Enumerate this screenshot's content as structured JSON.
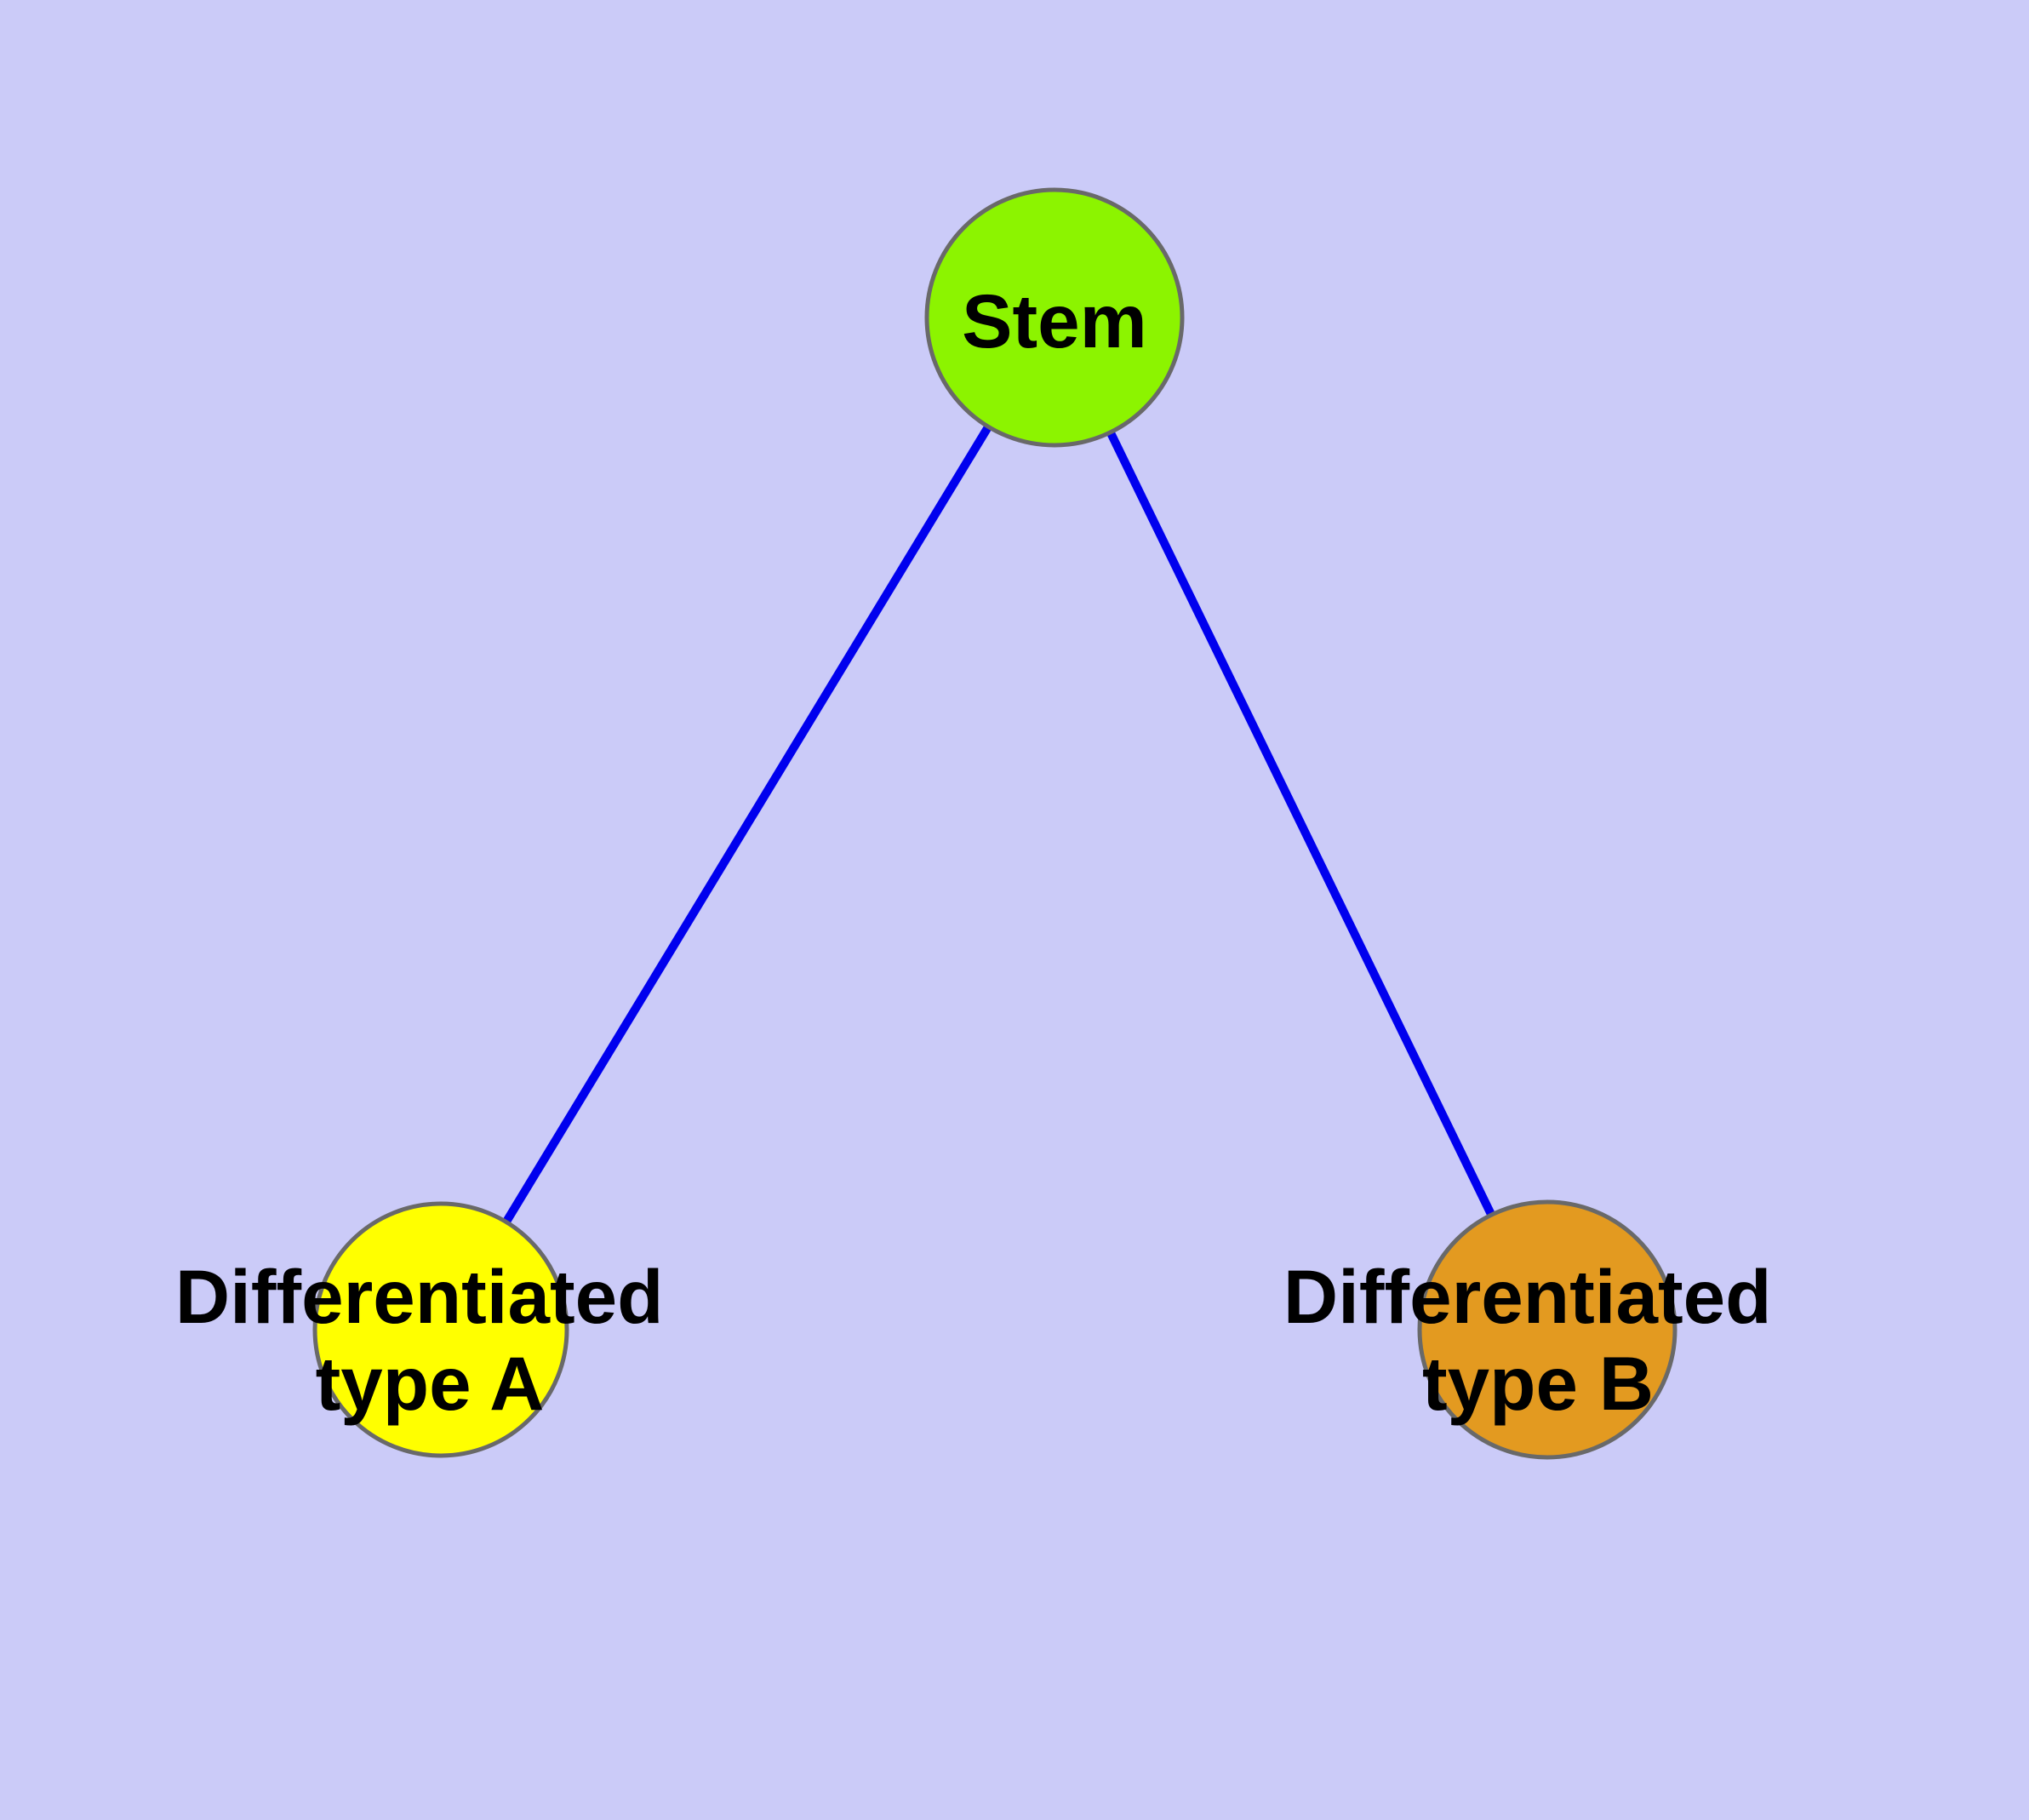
{
  "diagram": {
    "type": "node-link-graph",
    "description": "Stem cell differentiation graph: one stem node connected to two differentiated cell type nodes",
    "background_color": "#CBCBF8",
    "edge_color": "#0000EE",
    "node_border_color": "#696969",
    "label_color": "#000000",
    "nodes": [
      {
        "id": "stem",
        "label": "Stem",
        "color": "#8CF400"
      },
      {
        "id": "differentiated-type-a",
        "label": "Differentiated type A",
        "label_lines": [
          "Differentiated",
          "type A"
        ],
        "color": "#FFFF00"
      },
      {
        "id": "differentiated-type-b",
        "label": "Differentiated type B",
        "label_lines": [
          "Differentiated",
          "type B"
        ],
        "color": "#E39A20"
      }
    ],
    "edges": [
      {
        "from": "Stem",
        "to": "Differentiated type A"
      },
      {
        "from": "Stem",
        "to": "Differentiated type B"
      }
    ]
  }
}
